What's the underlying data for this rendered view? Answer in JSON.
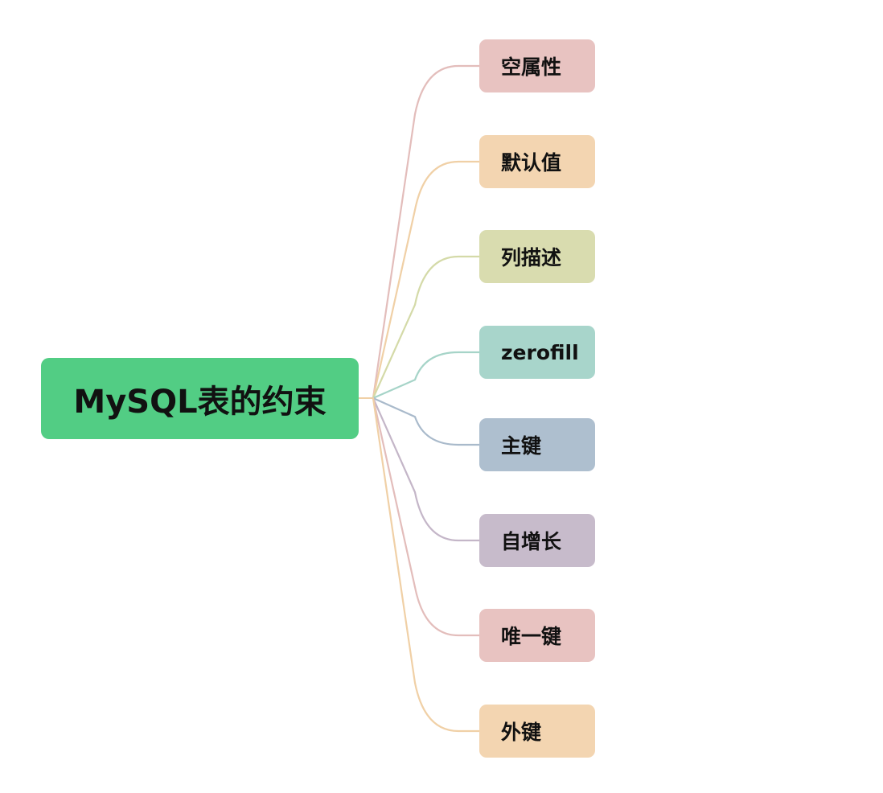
{
  "root": {
    "label": "MySQL表的约束",
    "color": "#52CD84"
  },
  "branches": [
    {
      "label": "空属性",
      "fill": "#E8C3C1",
      "line": "#E3BDBB"
    },
    {
      "label": "默认值",
      "fill": "#F3D5B1",
      "line": "#F0D0A6"
    },
    {
      "label": "列描述",
      "fill": "#D9DCAF",
      "line": "#D4DAA8"
    },
    {
      "label": "zerofill",
      "fill": "#A8D5CB",
      "line": "#A6D4C8"
    },
    {
      "label": "主键",
      "fill": "#AEBFCF",
      "line": "#A9BACB"
    },
    {
      "label": "自增长",
      "fill": "#C7BBCB",
      "line": "#C4B6C8"
    },
    {
      "label": "唯一键",
      "fill": "#E8C3C1",
      "line": "#E3BDBB"
    },
    {
      "label": "外键",
      "fill": "#F3D5B1",
      "line": "#F0D0A6"
    }
  ]
}
